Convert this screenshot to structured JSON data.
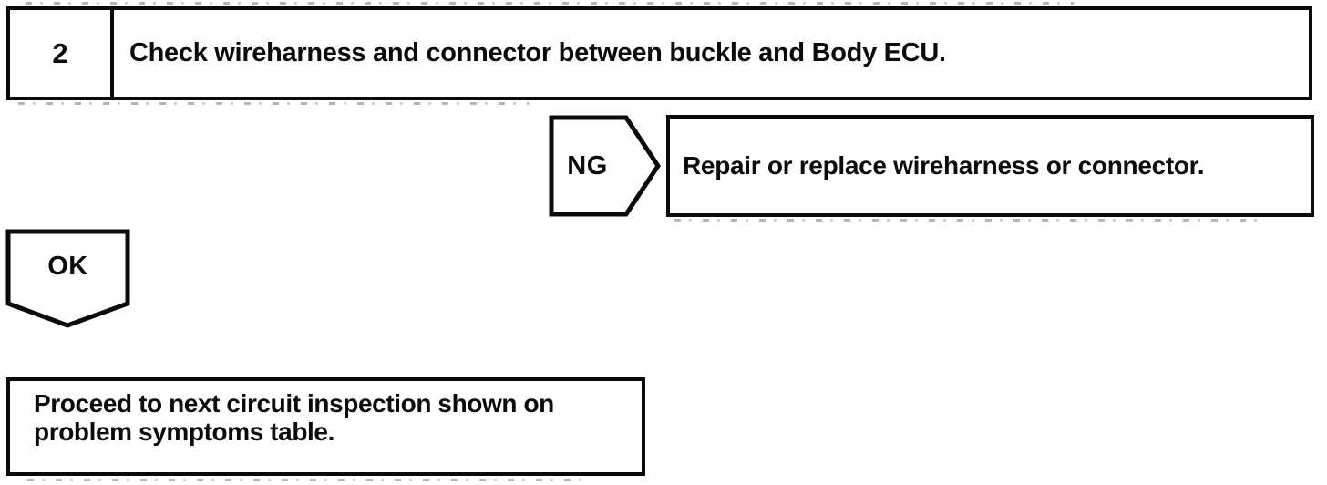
{
  "page": {
    "background": "#ffffff",
    "ink": "#0b0b0b"
  },
  "step_box": {
    "number": "2",
    "instruction": "Check wireharness and connector between buckle and Body ECU."
  },
  "ng_branch": {
    "connector_label": "NG",
    "action": "Repair or replace wireharness or connector."
  },
  "ok_branch": {
    "connector_label": "OK",
    "next_step": "Proceed to next circuit inspection shown on problem symptoms table."
  }
}
